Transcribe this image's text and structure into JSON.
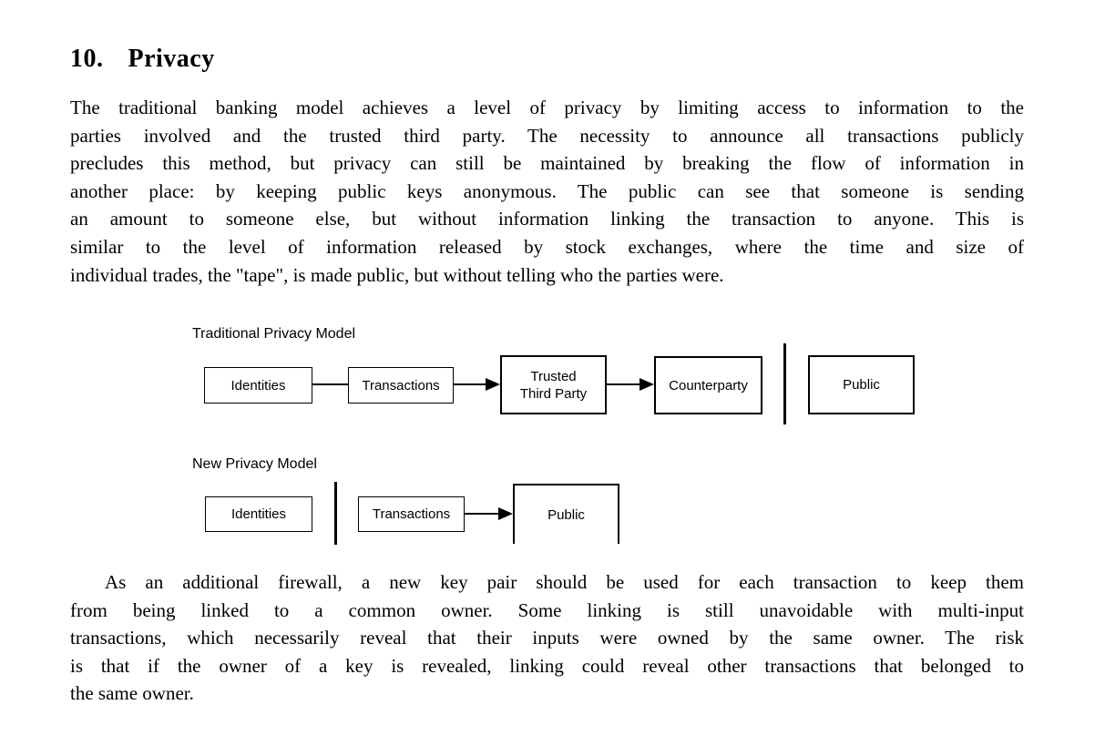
{
  "page": {
    "heading": {
      "number": "10.",
      "title": "Privacy"
    },
    "paragraph1": {
      "lines": [
        "The traditional banking model achieves a level of privacy by limiting access to information to the",
        "parties involved and the trusted third party.  The necessity to announce all transactions publicly",
        "precludes this method, but privacy can still be maintained by breaking the flow of information in",
        "another place: by keeping public keys anonymous.  The public can see that someone is sending",
        "an amount to someone else, but without information linking the transaction to anyone.  This is",
        "similar to the level of information released by stock exchanges, where the time and size of",
        "individual trades, the \"tape\", is made public, but without telling who the parties were."
      ]
    },
    "figure": {
      "traditional": {
        "label": "Traditional Privacy Model",
        "identities": "Identities",
        "transactions": "Transactions",
        "trusted_third_party": [
          "Trusted",
          "Third Party"
        ],
        "counterparty": "Counterparty",
        "public": "Public"
      },
      "new_model": {
        "label": "New Privacy Model",
        "identities": "Identities",
        "transactions": "Transactions",
        "public": "Public"
      }
    },
    "paragraph2": {
      "lines": [
        "As an additional firewall, a new key pair should be used for each transaction to keep them",
        "from being linked to a common owner.  Some linking is still unavoidable with multi-input",
        "transactions, which necessarily reveal that their inputs were owned by the same owner.  The risk",
        "is that if the owner of a key is revealed, linking could reveal other transactions that belonged to",
        "the same owner."
      ]
    },
    "colors": {
      "text": "#000000",
      "background": "#ffffff",
      "diagram_line": "#000000"
    }
  }
}
